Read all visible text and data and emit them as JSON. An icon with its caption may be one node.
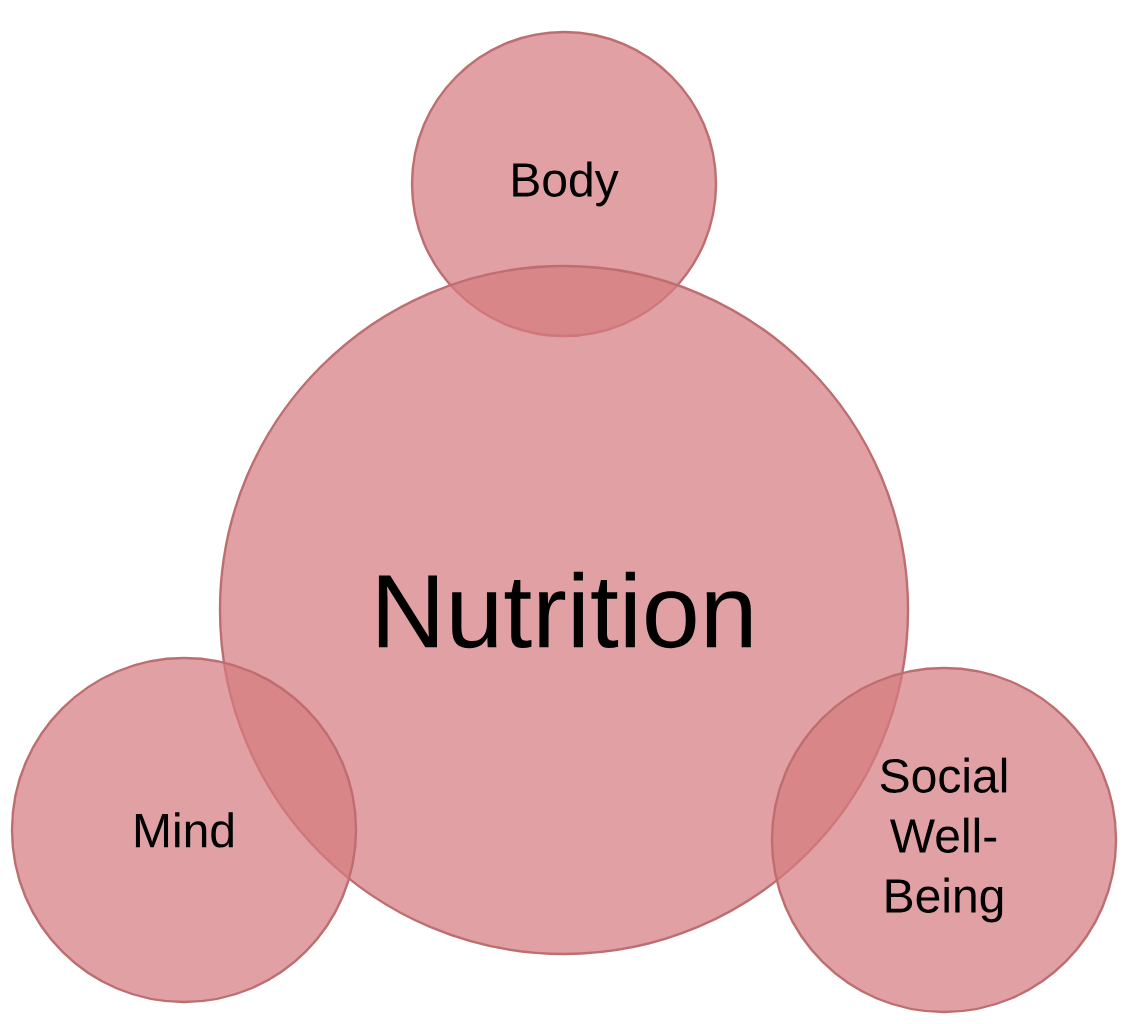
{
  "diagram": {
    "nodes": [
      {
        "text": [
          "Body"
        ]
      },
      {
        "text": [
          "Nutrition"
        ]
      },
      {
        "text": [
          "Mind"
        ]
      },
      {
        "text": [
          "Social Well-Being"
        ]
      }
    ]
  }
}
